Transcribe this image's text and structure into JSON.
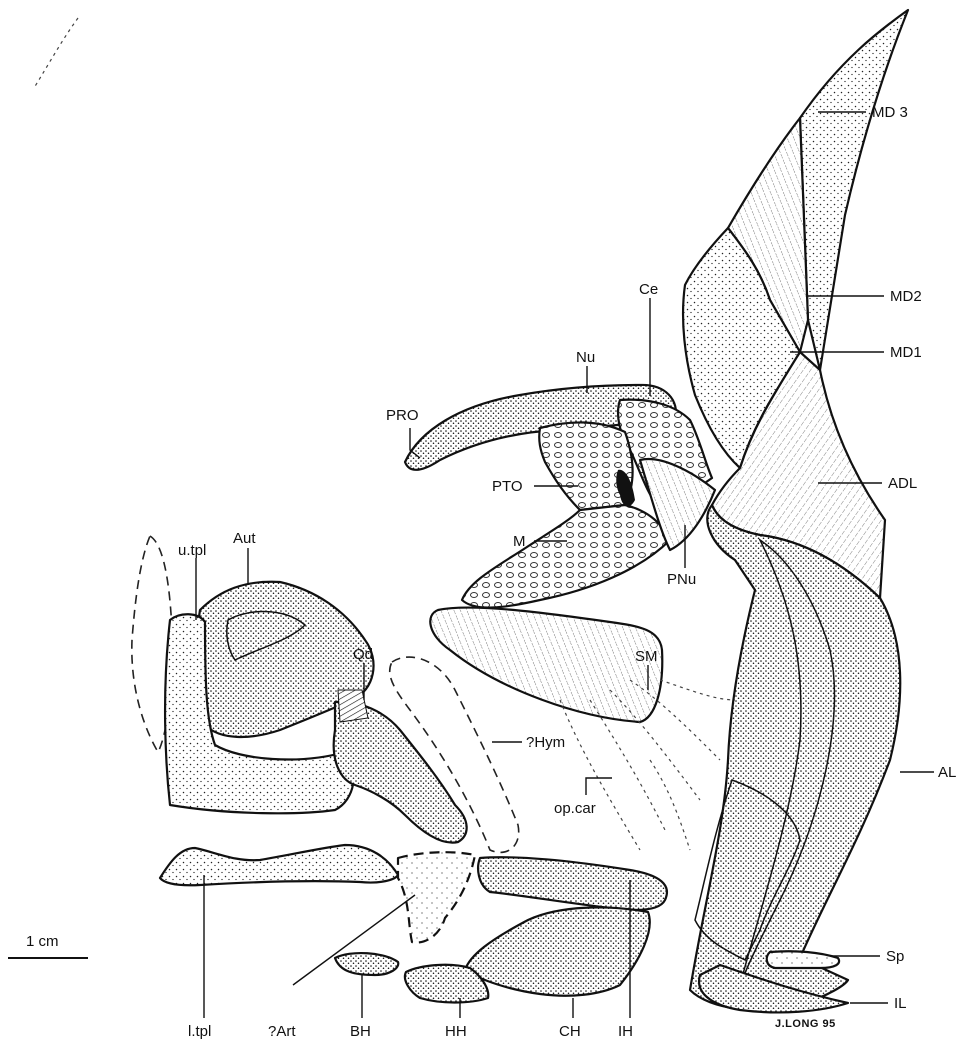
{
  "labels": {
    "md3": "MD 3",
    "md2": "MD2",
    "md1": "MD1",
    "ce": "Ce",
    "nu": "Nu",
    "pro": "PRO",
    "pto": "PTO",
    "m": "M",
    "pnu": "PNu",
    "adl": "ADL",
    "aut": "Aut",
    "utpl": "u.tpl",
    "qd": "Qd",
    "sm": "SM",
    "hym": "?Hym",
    "opcar": "op.car",
    "al": "AL",
    "sp": "Sp",
    "il": "IL",
    "ltpl": "l.tpl",
    "art": "?Art",
    "bh": "BH",
    "hh": "HH",
    "ch": "CH",
    "ih": "IH"
  },
  "scale_bar": {
    "label": "1 cm"
  },
  "signature": "J.LONG 95"
}
